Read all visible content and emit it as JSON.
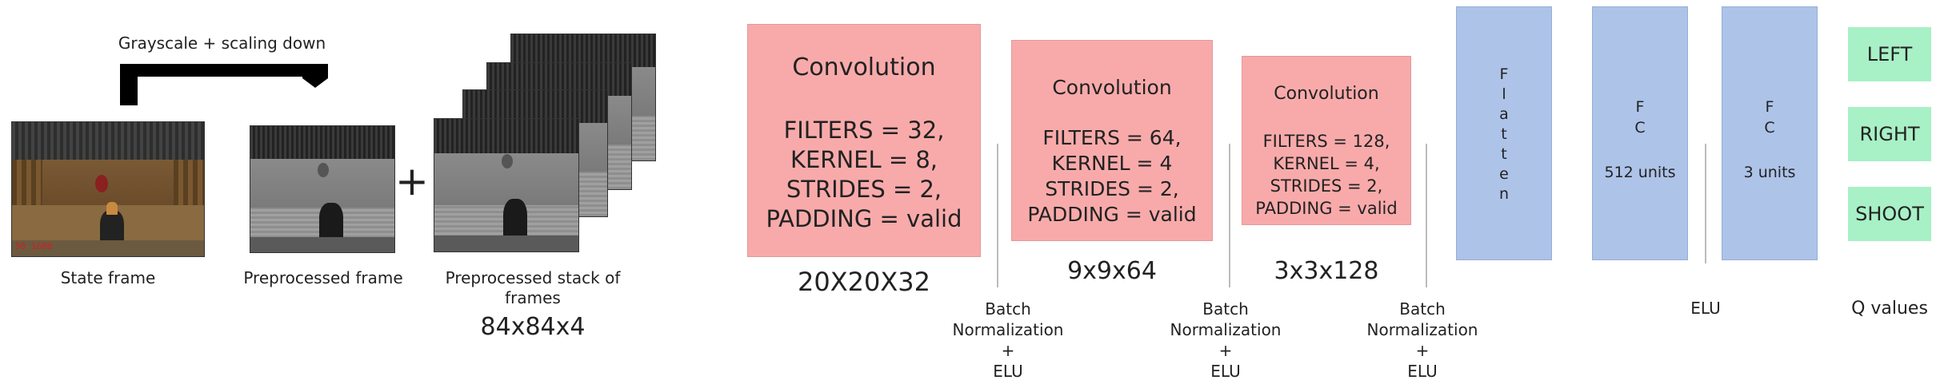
{
  "left": {
    "scaling_label": "Grayscale + scaling down",
    "state_frame_label": "State frame",
    "preprocessed_frame_label": "Preprocessed frame",
    "plus": "+",
    "stack_label": "Preprocessed stack of frames",
    "stack_dims": "84x84x4",
    "hud_numbers": "50 1600"
  },
  "conv1": {
    "title": "Convolution",
    "lines": [
      "FILTERS = 32,",
      "KERNEL = 8,",
      "STRIDES = 2,",
      "PADDING = valid"
    ],
    "output": "20X20X32"
  },
  "conv2": {
    "title": "Convolution",
    "lines": [
      "FILTERS = 64,",
      "KERNEL = 4",
      "STRIDES = 2,",
      "PADDING = valid"
    ],
    "output": "9x9x64"
  },
  "conv3": {
    "title": "Convolution",
    "lines": [
      "FILTERS = 128,",
      "KERNEL = 4,",
      "STRIDES = 2,",
      "PADDING = valid"
    ],
    "output": "3x3x128"
  },
  "batchnorm": {
    "line1": "Batch",
    "line2": "Normalization",
    "line3": "+",
    "line4": "ELU"
  },
  "flatten": {
    "label": "Flatten"
  },
  "fc1": {
    "letters": [
      "F",
      "C"
    ],
    "units": "512 units"
  },
  "fc2": {
    "letters": [
      "F",
      "C"
    ],
    "units": "3 units"
  },
  "elu_label": "ELU",
  "outputs": {
    "actions": [
      "LEFT",
      "RIGHT",
      "SHOOT"
    ],
    "label": "Q values"
  },
  "colors": {
    "conv": "#f8aaaa",
    "dense": "#adc3e8",
    "output": "#a8f0c6"
  }
}
